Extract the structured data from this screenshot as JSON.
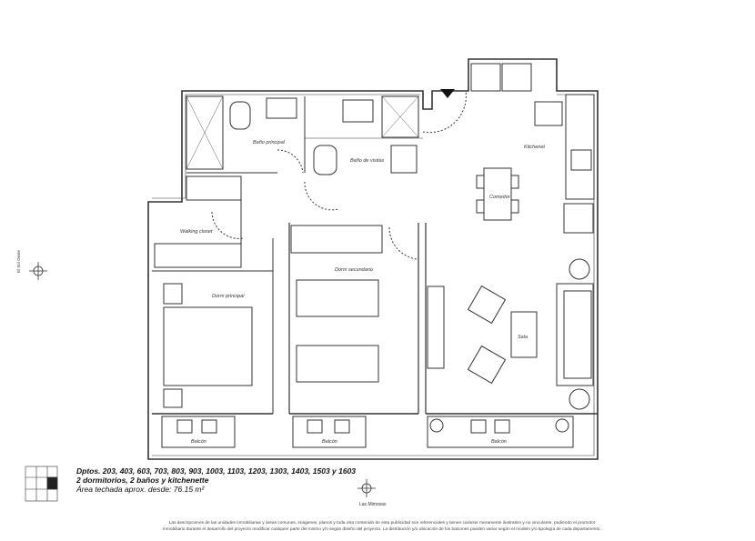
{
  "rooms": {
    "bano_principal": "Baño principal",
    "bano_visitas": "Baño de visitas",
    "kitchenet": "Kitchenet",
    "comedor": "Comedor",
    "walking_closet": "Walking closet",
    "dorm_secundario": "Dorm secundario",
    "dorm_principal": "Dorm principal",
    "sala": "Sala",
    "balcon_1": "Balcón",
    "balcon_2": "Balcón",
    "balcon_3": "Balcón"
  },
  "info": {
    "units": "Dptos. 203, 403, 603, 703, 803, 903, 1003, 1103, 1203, 1303, 1403, 1503 y 1603",
    "rooms_summary": "2 dormitorios, 2 baños y kitchenette",
    "area": "Área techada aprox. desde: 76.15 m²"
  },
  "streets": {
    "bottom": "Las Mimosas",
    "left": "El Sol Oeste"
  },
  "disclaimer": {
    "line1": "Las descripciones de las unidades inmobiliarias y áreas comunes, imágenes, planos y toda otra contenido de esta publicidad son referenciales y tienen carácter meramente ilustrativo y no vinculante, pudiendo el promotor",
    "line2": "inmobiliario durante el desarrollo del proyecto modificar cualquier parte del mismo y/o según diseño del proyecto. La distribución y/o ubicación de los balcones pueden variar según el modelo y/o tipología de cada departamento."
  },
  "colors": {
    "line": "#333333",
    "background": "#ffffff"
  }
}
